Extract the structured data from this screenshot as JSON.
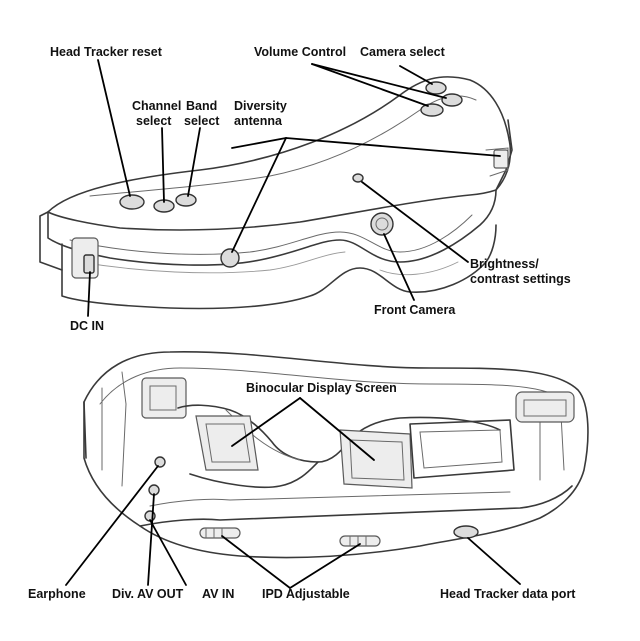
{
  "diagram": {
    "top_view_labels": {
      "head_tracker_reset": "Head Tracker reset",
      "volume_control": "Volume Control",
      "camera_select": "Camera select",
      "channel_select_line1": "Channel",
      "channel_select_line2": "select",
      "band_select_line1": "Band",
      "band_select_line2": "select",
      "diversity_antenna_line1": "Diversity",
      "diversity_antenna_line2": "antenna",
      "brightness_line1": "Brightness/",
      "brightness_line2": "contrast settings",
      "front_camera": "Front Camera",
      "dc_in": "DC IN"
    },
    "bottom_view_labels": {
      "binocular_display": "Binocular Display Screen",
      "earphone": "Earphone",
      "div_av_out": "Div. AV OUT",
      "av_in": "AV IN",
      "ipd_adjustable": "IPD Adjustable",
      "head_tracker_port": "Head Tracker data port"
    }
  }
}
